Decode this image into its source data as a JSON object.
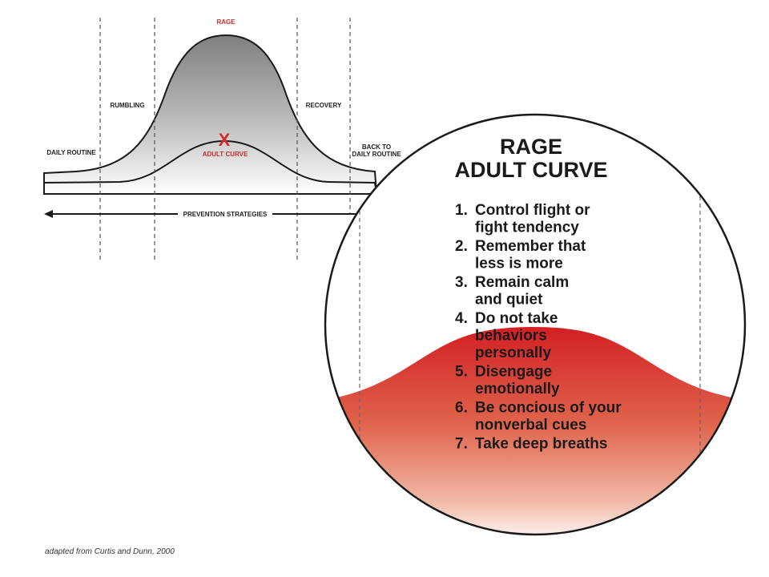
{
  "colors": {
    "rage_red": "#d42a2a",
    "ink": "#1a1a1a",
    "curve_gray": "#8c8c8c"
  },
  "curve": {
    "labels": {
      "rage": "RAGE",
      "rumbling": "RUMBLING",
      "recovery": "RECOVERY",
      "daily_routine": "DAILY ROUTINE",
      "back_to_line1": "BACK TO",
      "back_to_line2": "DAILY ROUTINE",
      "x_mark": "X",
      "adult_curve": "ADULT CURVE",
      "prevention": "PREVENTION STRATEGIES"
    }
  },
  "zoom": {
    "title_line1": "RAGE",
    "title_line2": "ADULT CURVE",
    "steps": [
      {
        "num": "1.",
        "lines": [
          "Control flight or",
          "fight tendency"
        ]
      },
      {
        "num": "2.",
        "lines": [
          "Remember that",
          "less is more"
        ]
      },
      {
        "num": "3.",
        "lines": [
          "Remain calm",
          "and quiet"
        ]
      },
      {
        "num": "4.",
        "lines": [
          "Do not take",
          "behaviors",
          "personally"
        ]
      },
      {
        "num": "5.",
        "lines": [
          "Disengage",
          "emotionally"
        ]
      },
      {
        "num": "6.",
        "lines": [
          "Be concious of your",
          "nonverbal cues"
        ]
      },
      {
        "num": "7.",
        "lines": [
          "Take deep breaths"
        ]
      }
    ]
  },
  "caption": "adapted from Curtis and Dunn, 2000"
}
